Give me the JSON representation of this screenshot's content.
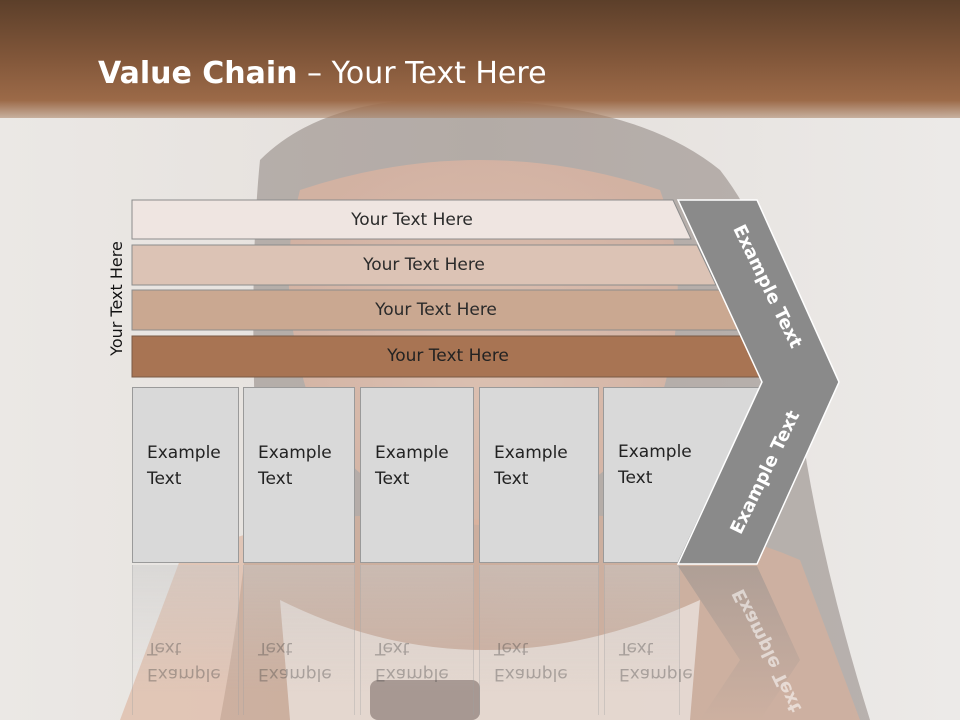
{
  "title": {
    "bold": "Value Chain",
    "rest": " – Your Text Here"
  },
  "vertical_label": "Your Text Here",
  "bands": [
    {
      "label": "Your Text Here",
      "color": "#efe5e1"
    },
    {
      "label": "Your Text Here",
      "color": "#dcc3b5"
    },
    {
      "label": "Your Text Here",
      "color": "#caa891"
    },
    {
      "label": "Your Text Here",
      "color": "#a87453"
    }
  ],
  "boxes": [
    {
      "line1": "Example",
      "line2": "Text"
    },
    {
      "line1": "Example",
      "line2": "Text"
    },
    {
      "line1": "Example",
      "line2": "Text"
    },
    {
      "line1": "Example",
      "line2": "Text"
    },
    {
      "line1": "Example",
      "line2": "Text"
    }
  ],
  "arrow": {
    "upper_label": "Example Text",
    "lower_label": "Example Text",
    "color": "#8a8a8a"
  },
  "colors": {
    "title_bar": "#82573a",
    "box_fill": "#d9d9d9"
  }
}
